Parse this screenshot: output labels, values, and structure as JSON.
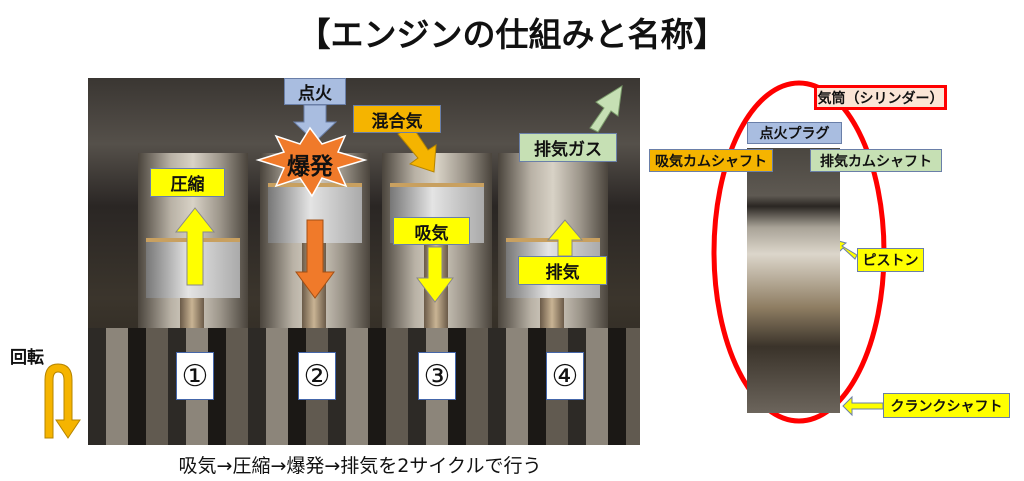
{
  "title": "【エンジンの仕組みと名称】",
  "left_diagram": {
    "labels": {
      "ignition": "点火",
      "explosion": "爆発",
      "mixture": "混合気",
      "exhaust_gas": "排気ガス",
      "compression": "圧縮",
      "intake": "吸気",
      "exhaust": "排気",
      "rotation": "回転"
    },
    "cylinders": [
      "①",
      "②",
      "③",
      "④"
    ],
    "caption": "吸気→圧縮→爆発→排気を2サイクルで行う"
  },
  "right_diagram": {
    "labels": {
      "cylinder": "気筒（シリンダー）",
      "spark_plug": "点火プラグ",
      "intake_camshaft": "吸気カムシャフト",
      "exhaust_camshaft": "排気カムシャフト",
      "piston": "ピストン",
      "crankshaft": "クランクシャフト"
    }
  },
  "colors": {
    "yellow": "#ffff00",
    "orange": "#f5b400",
    "blue": "#a9bde0",
    "green": "#c6e0b4",
    "red": "#ff0000",
    "explosion": "#f07a2a"
  }
}
